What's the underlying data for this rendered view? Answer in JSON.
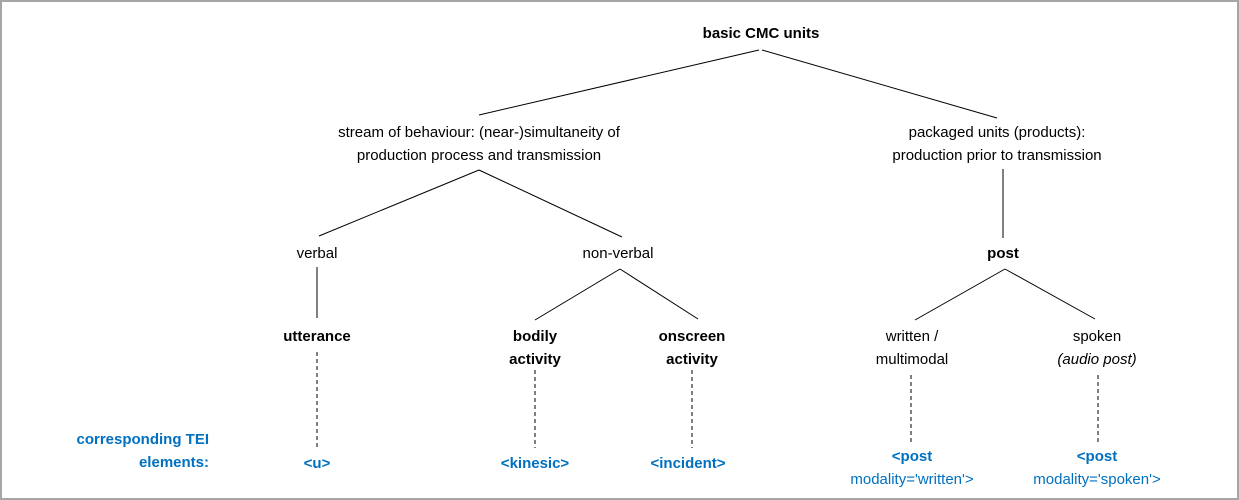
{
  "colors": {
    "tei_blue": "#0070C0",
    "line_color": "#000000",
    "border_color": "#A6A6A6"
  },
  "tree": {
    "root": "basic CMC units",
    "stream": {
      "line1": "stream of behaviour: (near-)simultaneity of",
      "line2": "production process and transmission"
    },
    "packaged": {
      "line1": "packaged units (products):",
      "line2": "production prior to transmission"
    },
    "verbal": "verbal",
    "non_verbal": "non-verbal",
    "post": "post",
    "utterance": "utterance",
    "bodily": {
      "line1": "bodily",
      "line2": "activity"
    },
    "onscreen": {
      "line1": "onscreen",
      "line2": "activity"
    },
    "written": {
      "line1": "written /",
      "line2": "multimodal"
    },
    "spoken": {
      "line1": "spoken",
      "line2": "(audio post)"
    }
  },
  "tei": {
    "caption": {
      "line1": "corresponding TEI",
      "line2": "elements:"
    },
    "u": "<u>",
    "kinesic": "<kinesic>",
    "incident": "<incident>",
    "post_written": {
      "line1": "<post",
      "line2": "modality='written'>"
    },
    "post_spoken": {
      "line1": "<post",
      "line2": "modality='spoken'>"
    }
  }
}
